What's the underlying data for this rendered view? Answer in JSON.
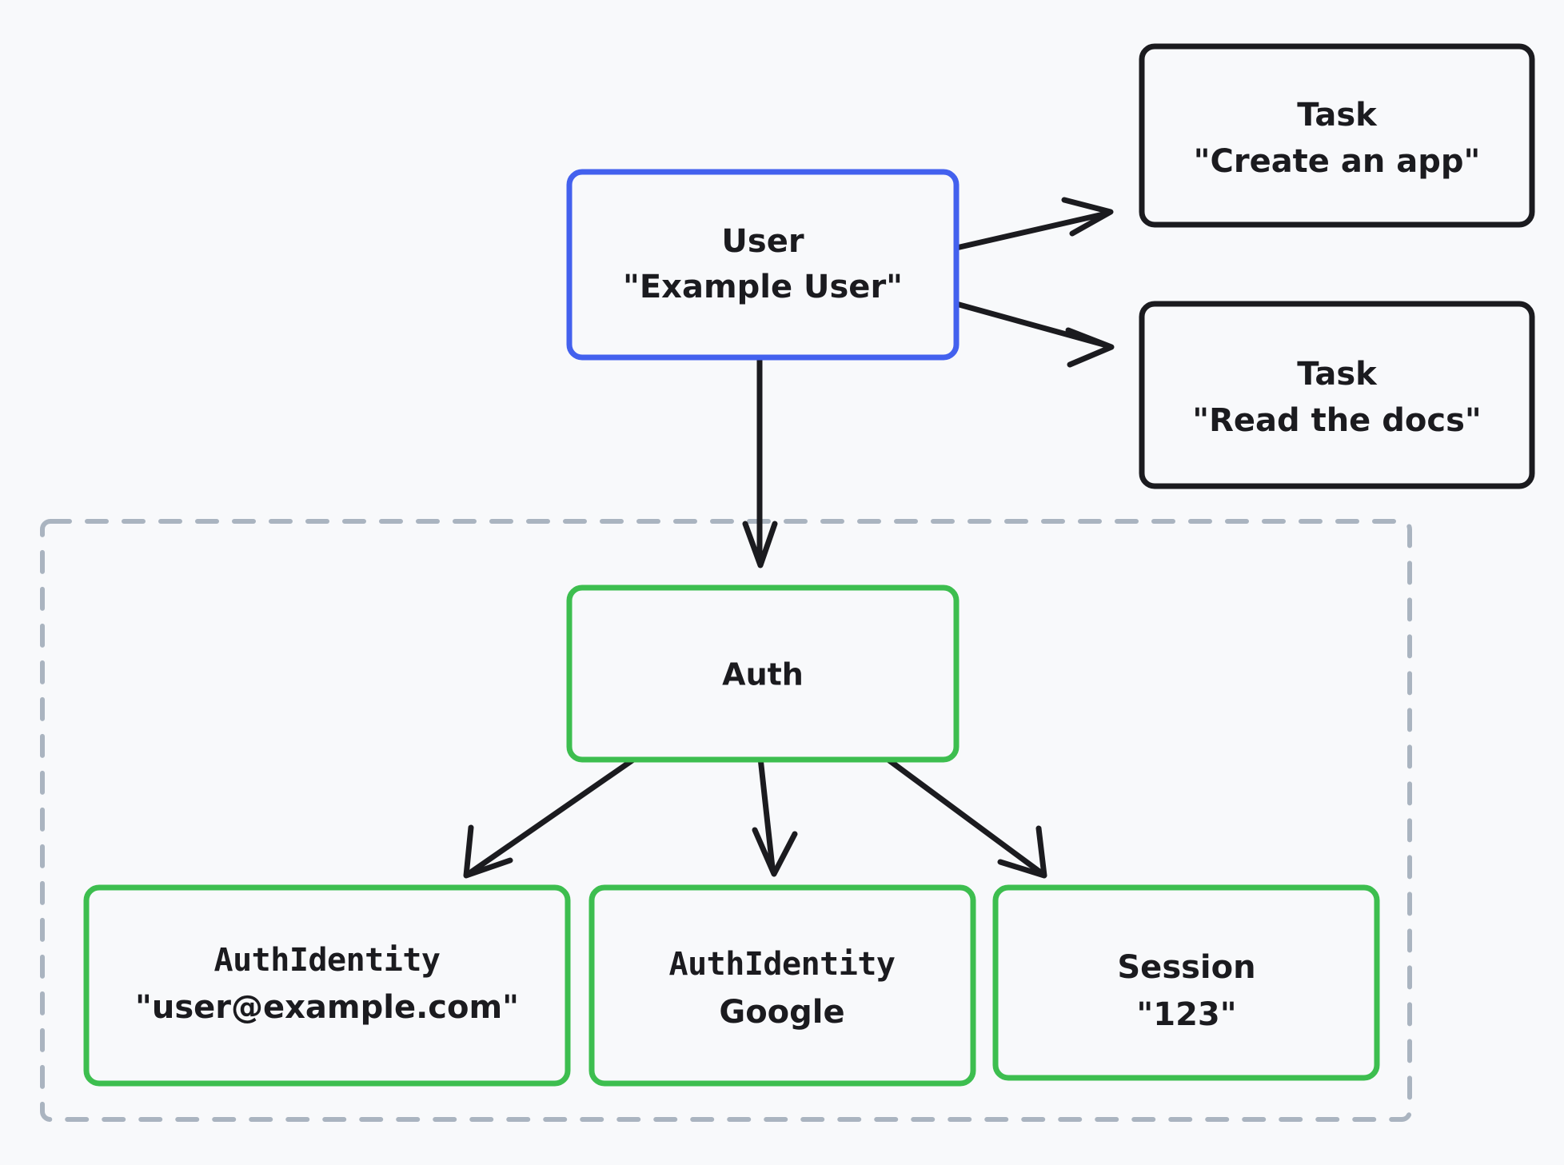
{
  "diagram": {
    "type": "entity-relationship-flow",
    "background_color": "#f8f9fb",
    "colors": {
      "blue": "#4361ee",
      "green": "#3dbe4f",
      "black": "#1b1b1f",
      "dashed_group": "#aab4c0",
      "node_fill": "#f8f9fb"
    },
    "nodes": [
      {
        "id": "user",
        "name": "user-node",
        "accent": "blue",
        "title": "User",
        "value": "\"Example User\""
      },
      {
        "id": "task-create-app",
        "name": "task-create-app-node",
        "accent": "black",
        "title": "Task",
        "value": "\"Create an app\""
      },
      {
        "id": "task-read-docs",
        "name": "task-read-docs-node",
        "accent": "black",
        "title": "Task",
        "value": "\"Read the docs\""
      },
      {
        "id": "auth",
        "name": "auth-node",
        "accent": "green",
        "title": "Auth",
        "value": ""
      },
      {
        "id": "auth-identity-email",
        "name": "auth-identity-email-node",
        "accent": "green",
        "title": "AuthIdentity",
        "value": "\"user@example.com\""
      },
      {
        "id": "auth-identity-google",
        "name": "auth-identity-google-node",
        "accent": "green",
        "title": "AuthIdentity",
        "value": "Google"
      },
      {
        "id": "session",
        "name": "session-node",
        "accent": "green",
        "title": "Session",
        "value": "\"123\""
      }
    ],
    "group": {
      "id": "auth-group",
      "name": "auth-group-container",
      "label": "",
      "style": "dashed"
    },
    "edges": [
      {
        "id": "user-to-task-create-app",
        "from": "user",
        "to": "task-create-app"
      },
      {
        "id": "user-to-task-read-docs",
        "from": "user",
        "to": "task-read-docs"
      },
      {
        "id": "user-to-auth",
        "from": "user",
        "to": "auth"
      },
      {
        "id": "auth-to-auth-identity-email",
        "from": "auth",
        "to": "auth-identity-email"
      },
      {
        "id": "auth-to-auth-identity-google",
        "from": "auth",
        "to": "auth-identity-google"
      },
      {
        "id": "auth-to-session",
        "from": "auth",
        "to": "session"
      }
    ]
  }
}
